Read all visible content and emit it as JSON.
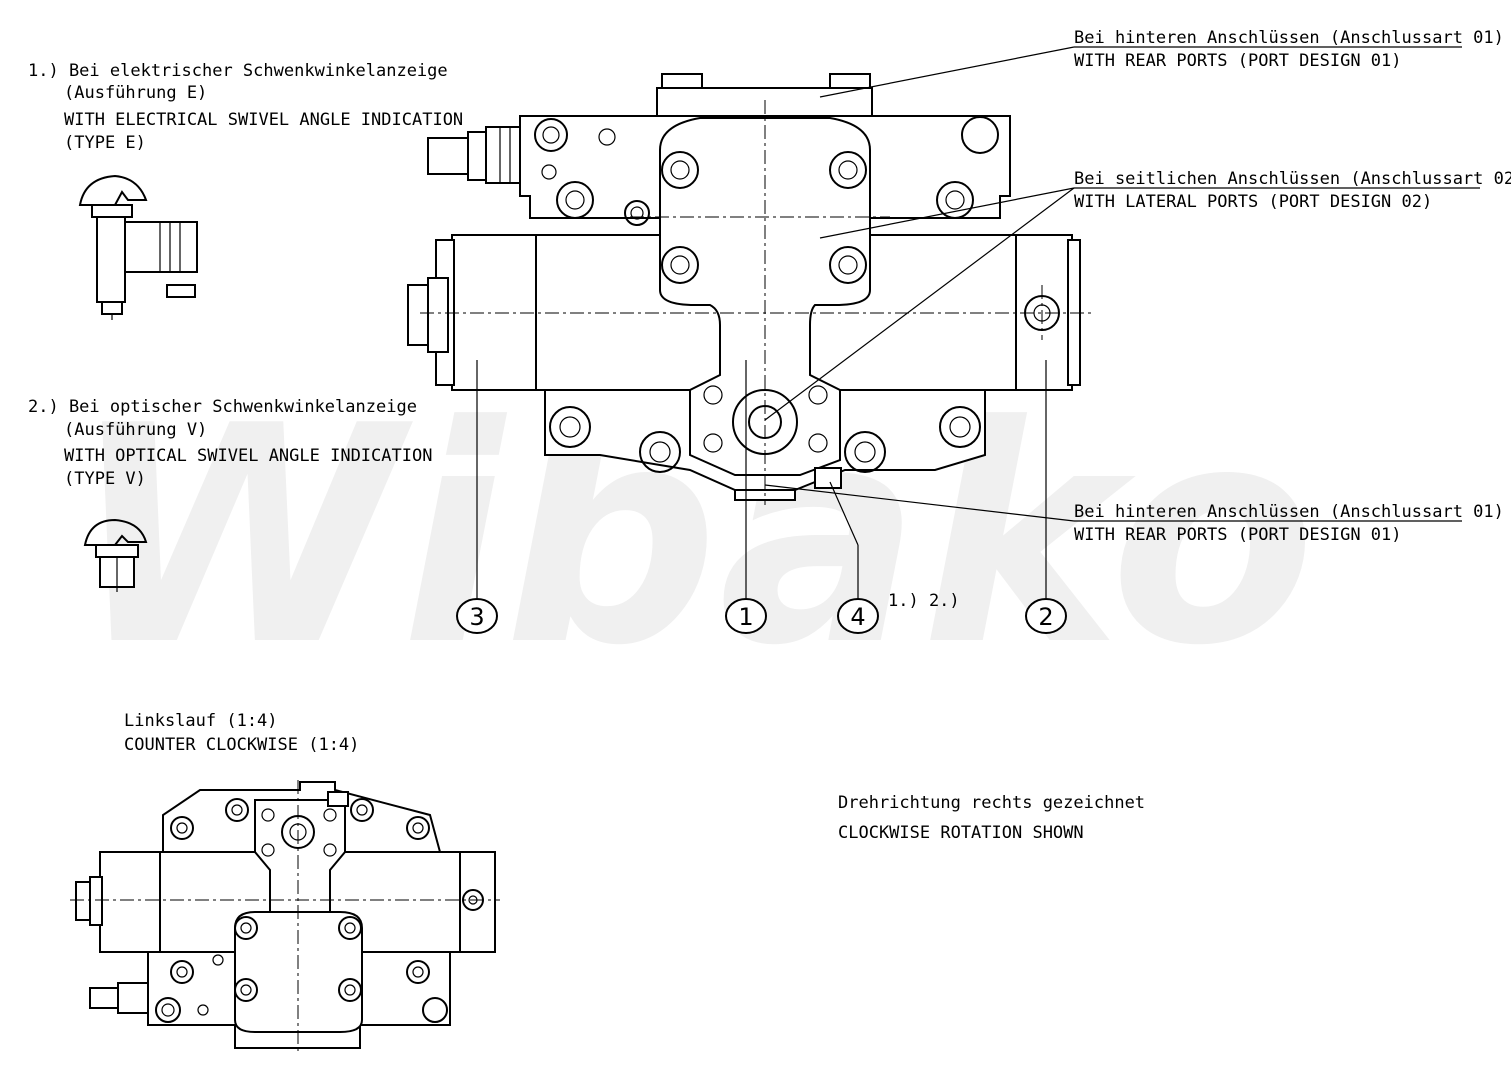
{
  "watermark": "Wibako",
  "notes": {
    "electrical": {
      "line1": "1.) Bei elektrischer Schwenkwinkelanzeige",
      "line2": "(Ausführung E)",
      "line3": "WITH ELECTRICAL SWIVEL ANGLE INDICATION",
      "line4": "(TYPE E)"
    },
    "optical": {
      "line1": "2.) Bei optischer Schwenkwinkelanzeige",
      "line2": "(Ausführung V)",
      "line3": "WITH OPTICAL SWIVEL ANGLE INDICATION",
      "line4": "(TYPE V)"
    },
    "rear_top": {
      "de": "Bei hinteren Anschlüssen (Anschlussart 01)",
      "en": "WITH REAR PORTS (PORT DESIGN 01)"
    },
    "lateral": {
      "de": "Bei seitlichen Anschlüssen (Anschlussart 02)",
      "en": "WITH LATERAL PORTS (PORT DESIGN 02)"
    },
    "rear_bottom": {
      "de": "Bei hinteren Anschlüssen (Anschlussart 01)",
      "en": "WITH REAR PORTS (PORT DESIGN 01)"
    },
    "ccw": {
      "de": "Linkslauf (1:4)",
      "en": "COUNTER CLOCKWISE (1:4)"
    },
    "rotation": {
      "de": "Drehrichtung rechts gezeichnet",
      "en": "CLOCKWISE ROTATION SHOWN"
    },
    "indicator_ref": "1.) 2.)"
  },
  "balloons": [
    {
      "id": "balloon-3",
      "label": "3"
    },
    {
      "id": "balloon-1",
      "label": "1"
    },
    {
      "id": "balloon-4",
      "label": "4"
    },
    {
      "id": "balloon-2",
      "label": "2"
    }
  ]
}
